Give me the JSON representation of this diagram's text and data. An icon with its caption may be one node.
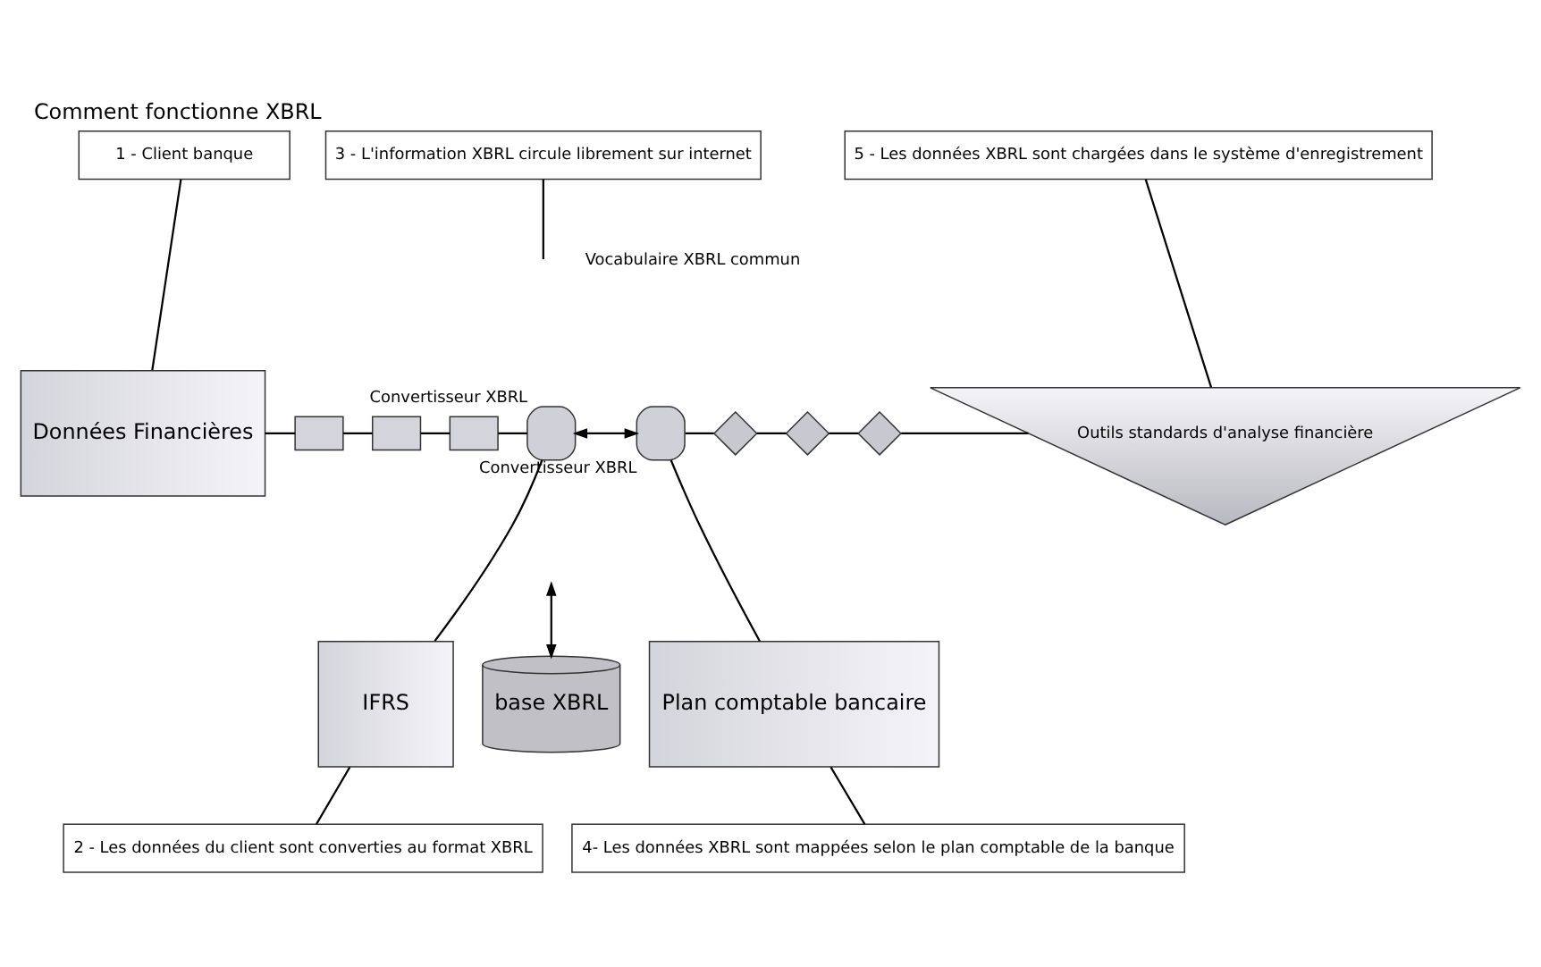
{
  "diagram": {
    "title": "Comment fonctionne XBRL",
    "nodes": [
      {
        "text": [
          "1 - Client banque"
        ]
      },
      {
        "text": [
          "3 - L'information XBRL circule librement sur internet"
        ]
      },
      {
        "text": [
          "5 - Les données XBRL sont chargées dans le système d'enregistrement"
        ]
      },
      {
        "text": [
          "Données Financières"
        ]
      },
      {
        "text": [],
        "shape": "box"
      },
      {
        "text": [],
        "shape": "box"
      },
      {
        "text": [],
        "shape": "box"
      },
      {
        "text": [],
        "shape": "gate",
        "beside": [
          "Convertisseur XBRL"
        ]
      },
      {
        "text": [],
        "shape": "gate",
        "beside": [
          "Convertisseur XBRL"
        ]
      },
      {
        "text": [],
        "shape": "diamond"
      },
      {
        "text": [],
        "shape": "diamond"
      },
      {
        "text": [],
        "shape": "diamond"
      },
      {
        "text": [
          "Outils standards d'analyse financière"
        ]
      },
      {
        "text": [
          "IFRS"
        ]
      },
      {
        "text": [
          "base XBRL"
        ]
      },
      {
        "text": [
          "Plan comptable bancaire"
        ]
      },
      {
        "text": [
          "2 - Les données du client sont converties au format XBRL"
        ]
      },
      {
        "text": [
          "4- Les données XBRL sont mappées selon le plan comptable de la banque"
        ]
      }
    ],
    "edges": [
      {
        "from": 0,
        "to": 3,
        "arrow": "none"
      },
      {
        "from": 3,
        "to": 4,
        "arrow": "none"
      },
      {
        "from": 4,
        "to": 5,
        "arrow": "none"
      },
      {
        "from": 5,
        "to": 6,
        "arrow": "none"
      },
      {
        "from": 6,
        "to": 7,
        "arrow": "none"
      },
      {
        "from": 7,
        "to": 8,
        "arrow": "both"
      },
      {
        "from": 1,
        "to": null,
        "arrow": "none"
      },
      {
        "from": null,
        "to": 14,
        "arrow": "both"
      },
      {
        "from": 8,
        "to": 9,
        "arrow": "none"
      },
      {
        "from": 9,
        "to": 10,
        "arrow": "none"
      },
      {
        "from": 10,
        "to": 11,
        "arrow": "none"
      },
      {
        "from": 11,
        "to": 12,
        "arrow": "none"
      },
      {
        "from": 2,
        "to": 12,
        "arrow": "none"
      },
      {
        "from": 7,
        "to": 13,
        "arrow": "none"
      },
      {
        "from": 8,
        "to": 15,
        "arrow": "none"
      },
      {
        "from": 13,
        "to": 16,
        "arrow": "none"
      },
      {
        "from": 15,
        "to": 17,
        "arrow": "none"
      }
    ],
    "labels": [
      "Vocabulaire XBRL commun"
    ]
  }
}
